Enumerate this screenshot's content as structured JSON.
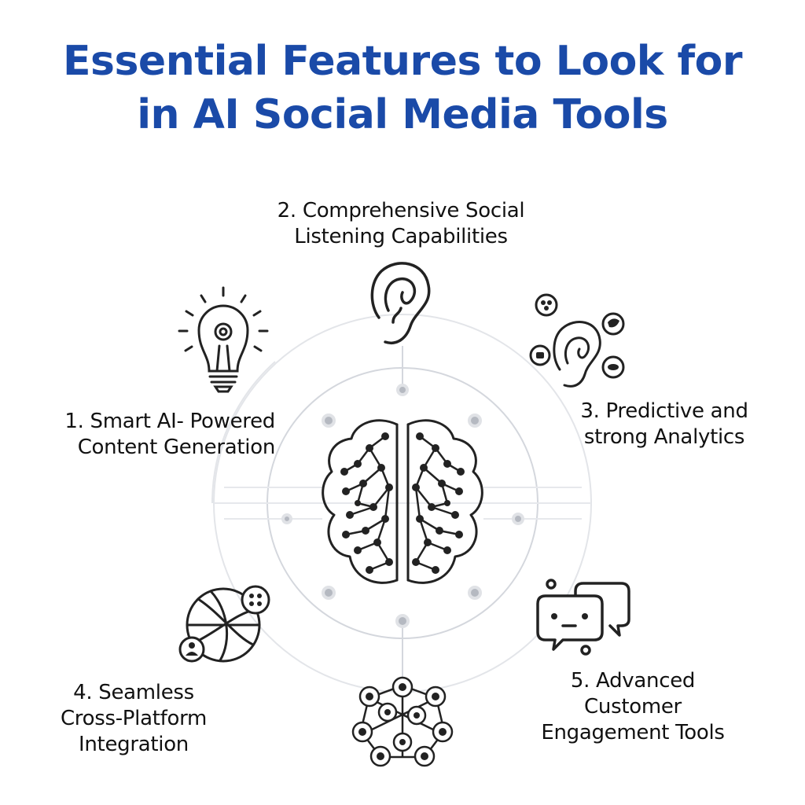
{
  "title": {
    "line1": "Essential Features to Look for",
    "line2": "in AI Social Media Tools"
  },
  "colors": {
    "title": "#1a4aa8",
    "icon_stroke": "#222222",
    "connector": "#cfd2d8",
    "node": "#a9adb6"
  },
  "features": [
    {
      "lines": [
        "1. Smart AI- Powered",
        "Content Generation"
      ],
      "icon": "lightbulb-icon"
    },
    {
      "lines": [
        "2. Comprehensive Social",
        "Listening Capabilities"
      ],
      "icon": "ear-icon"
    },
    {
      "lines": [
        "3. Predictive and",
        "strong Analytics"
      ],
      "icon": "ear-social-icon"
    },
    {
      "lines": [
        "4. Seamless",
        "Cross-Platform",
        "Integration"
      ],
      "icon": "globe-network-icon"
    },
    {
      "lines": [
        "5. Advanced",
        "Customer",
        "Engagement Tools"
      ],
      "icon": "chat-bubbles-icon"
    }
  ],
  "center_icon": "brain-network-icon",
  "bottom_icon": "social-network-hex-icon"
}
